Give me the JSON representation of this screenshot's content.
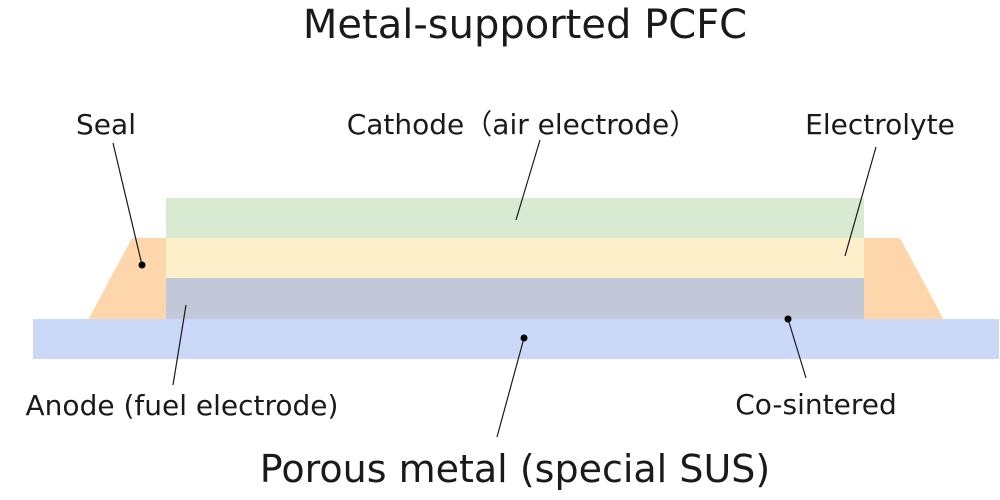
{
  "diagram": {
    "title": "Metal-supported PCFC",
    "labels": {
      "seal": "Seal",
      "cathode": "Cathode（air electrode）",
      "electrolyte": "Electrolyte",
      "anode": "Anode (fuel electrode)",
      "co_sintered": "Co-sintered",
      "porous_metal": "Porous metal (special SUS)"
    },
    "colors": {
      "cathode_layer": "#d9ead3",
      "electrolyte_layer": "#fdefc9",
      "anode_layer": "#c3c8d8",
      "porous_metal_layer": "#c9d9f7",
      "seal": "#fdd7ab",
      "text": "#1a1a1a",
      "leader_line": "#1a1a1a"
    }
  }
}
